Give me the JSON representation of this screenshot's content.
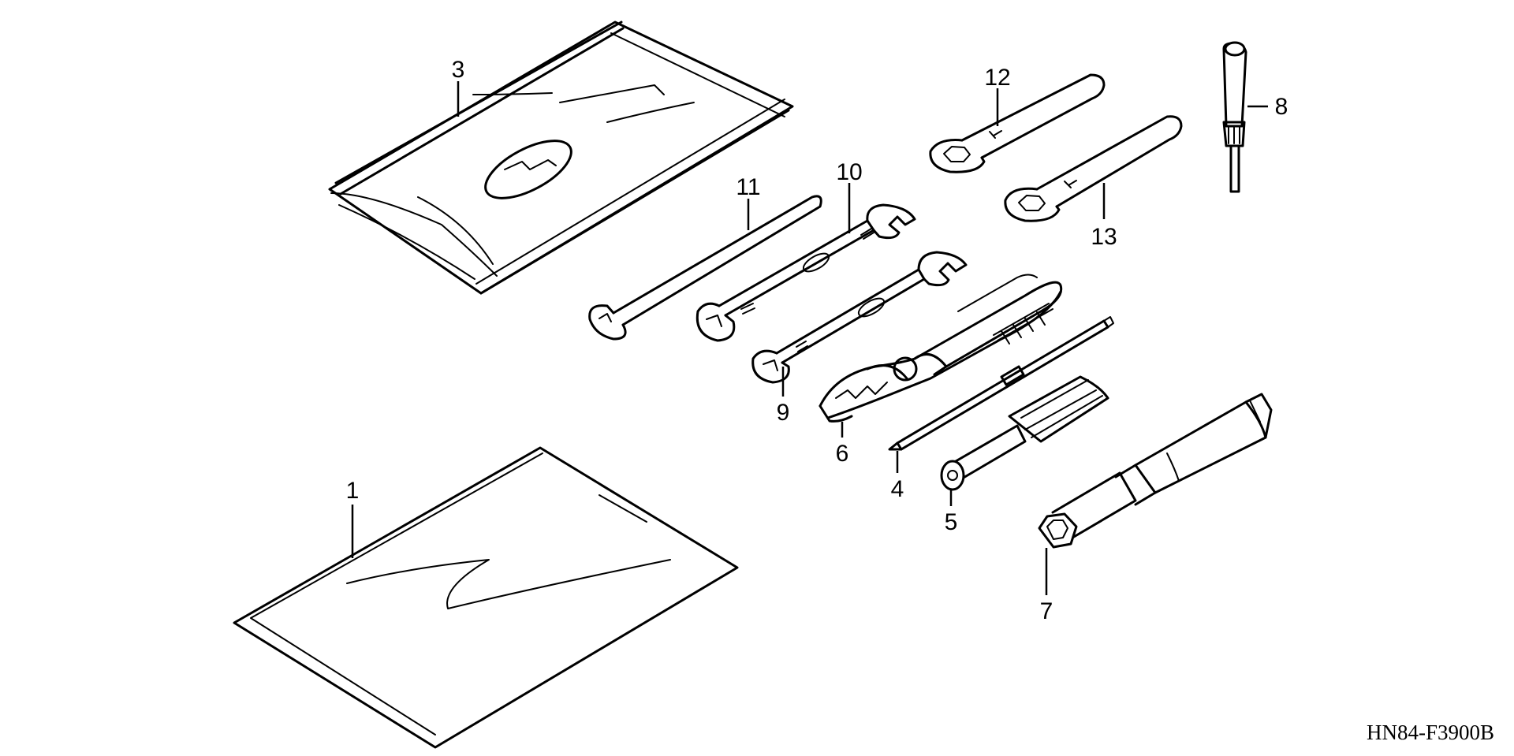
{
  "diagram_code": "HN84-F3900B",
  "callouts": [
    {
      "id": "1",
      "text": "1"
    },
    {
      "id": "3",
      "text": "3"
    },
    {
      "id": "4",
      "text": "4"
    },
    {
      "id": "5",
      "text": "5"
    },
    {
      "id": "6",
      "text": "6"
    },
    {
      "id": "7",
      "text": "7"
    },
    {
      "id": "8",
      "text": "8"
    },
    {
      "id": "9",
      "text": "9"
    },
    {
      "id": "10",
      "text": "10"
    },
    {
      "id": "11",
      "text": "11"
    },
    {
      "id": "12",
      "text": "12"
    },
    {
      "id": "13",
      "text": "13"
    }
  ],
  "colors": {
    "line": "#000000",
    "background": "#ffffff"
  }
}
